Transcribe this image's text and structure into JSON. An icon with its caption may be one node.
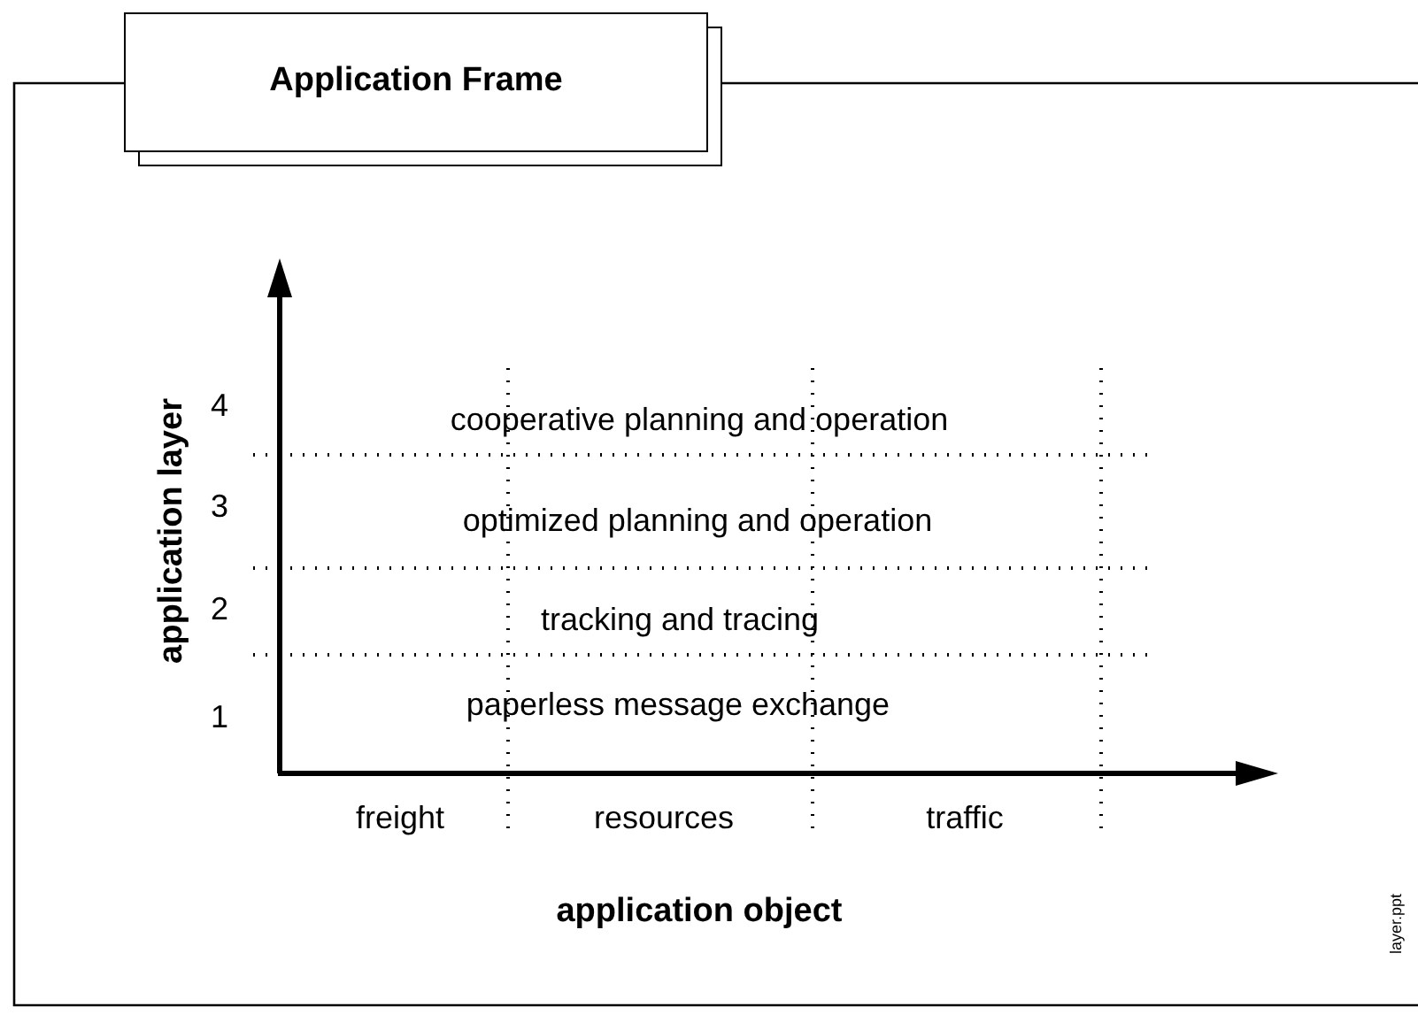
{
  "diagram": {
    "nodes": [
      {
        "text": [
          "Application Frame"
        ]
      }
    ],
    "labels": [
      "application layer",
      "4",
      "cooperative planning and operation",
      "3",
      "optimized planning and operation",
      "2",
      "tracking and tracing",
      "1",
      "paperless message exchange",
      "freight",
      "resources",
      "traffic",
      "application object",
      "layer.ppt"
    ]
  }
}
